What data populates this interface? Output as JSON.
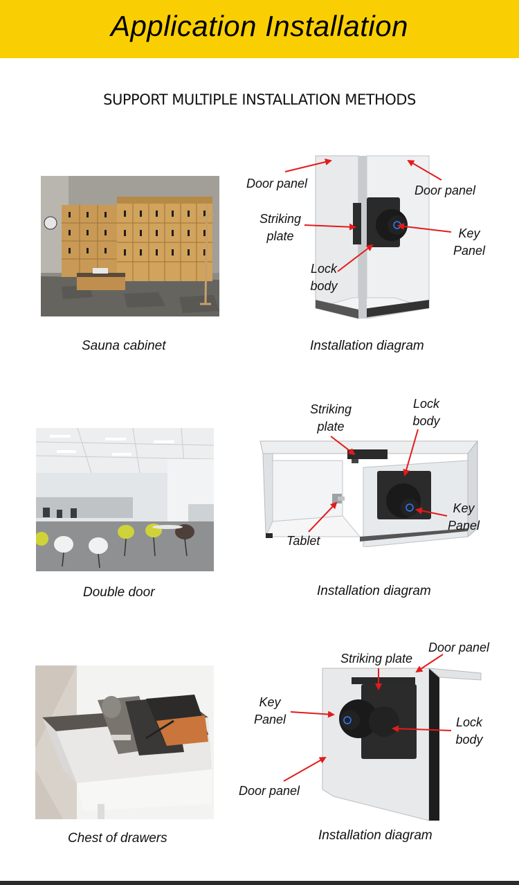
{
  "header": {
    "title": "Application Installation"
  },
  "subtitle": "SUPPORT MULTIPLE INSTALLATION METHODS",
  "sections": [
    {
      "caption": "Sauna cabinet",
      "diagram_caption": "Installation diagram",
      "labels": {
        "door_panel_left": "Door panel",
        "door_panel_right": "Door panel",
        "striking_plate_1": "Striking",
        "striking_plate_2": "plate",
        "key_panel_1": "Key",
        "key_panel_2": "Panel",
        "lock_body_1": "Lock",
        "lock_body_2": "body"
      }
    },
    {
      "caption": "Double door",
      "diagram_caption": "Installation diagram",
      "labels": {
        "striking_plate_1": "Striking",
        "striking_plate_2": "plate",
        "lock_body_1": "Lock",
        "lock_body_2": "body",
        "key_panel_1": "Key",
        "key_panel_2": "Panel",
        "tablet": "Tablet"
      }
    },
    {
      "caption": "Chest of drawers",
      "diagram_caption": "Installation diagram",
      "labels": {
        "striking_plate": "Striking plate",
        "door_panel_top": "Door panel",
        "key_panel_1": "Key",
        "key_panel_2": "Panel",
        "lock_body_1": "Lock",
        "lock_body_2": "body",
        "door_panel_bottom": "Door panel"
      }
    }
  ],
  "colors": {
    "banner": "#f9cf03",
    "arrow": "#e31b1b",
    "indicator": "#2f7dff"
  }
}
